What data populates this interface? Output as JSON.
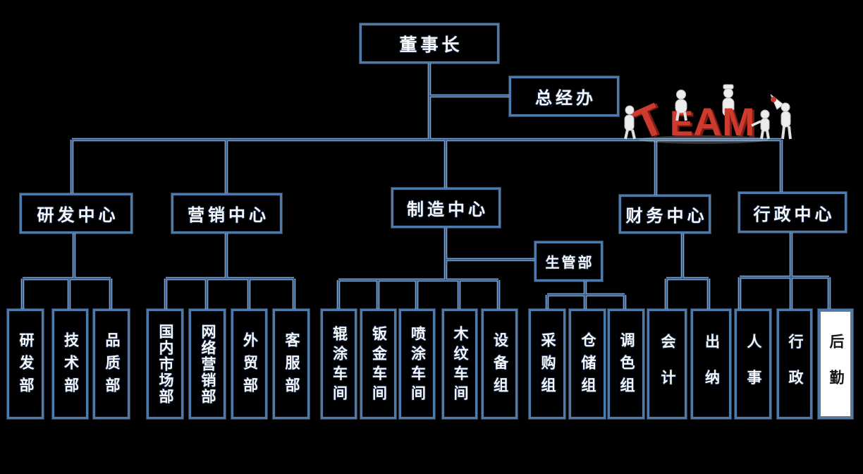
{
  "org": {
    "root": "董事长",
    "staff": "总经办",
    "centers": [
      {
        "label": "研发中心",
        "children": [
          "研发部",
          "技术部",
          "品质部"
        ]
      },
      {
        "label": "营销中心",
        "children": [
          "国内市场部",
          "网络营销部",
          "外贸部",
          "客服部"
        ]
      },
      {
        "label": "制造中心",
        "children": [
          "辊涂车间",
          "钣金车间",
          "喷涂车间",
          "木纹车间",
          "设备组"
        ],
        "sub": {
          "label": "生管部",
          "children": [
            "采购组",
            "仓储组",
            "调色组"
          ]
        }
      },
      {
        "label": "财务中心",
        "children": [
          "会计",
          "出纳"
        ]
      },
      {
        "label": "行政中心",
        "children": [
          "人事",
          "行政",
          "后勤"
        ]
      }
    ],
    "highlighted_node": "后勤",
    "team": {
      "text": "TEAM"
    },
    "colors": {
      "line_core": "#3a6395",
      "line_halo": "#8fb0d5",
      "box_border": "#4e7bab",
      "team_red": "#cd3a2e",
      "highlight_bg": "#ffffff"
    }
  }
}
